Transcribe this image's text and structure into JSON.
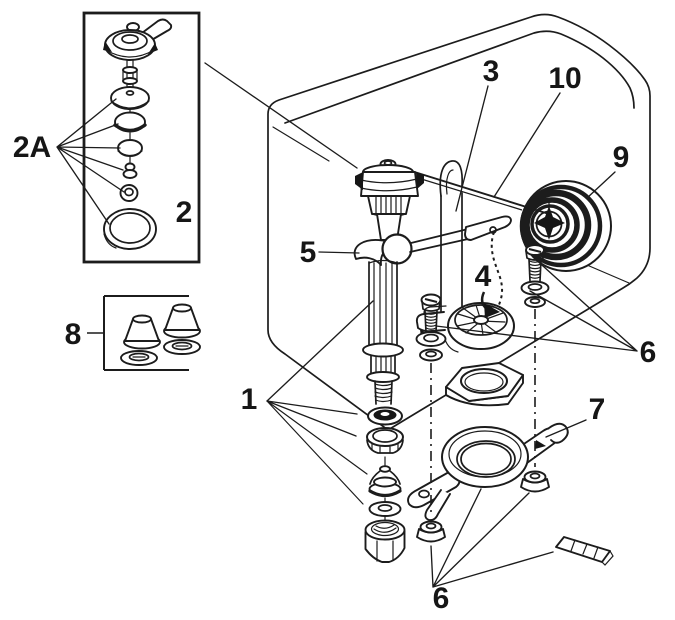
{
  "diagram": {
    "background": "#ffffff",
    "line_color": "#1c1c1c",
    "label_color": "#161616",
    "labels": {
      "p1": "1",
      "p2": "2",
      "p2a": "2A",
      "p3": "3",
      "p4": "4",
      "p5": "5",
      "p6_right": "6",
      "p6_bottom": "6",
      "p7": "7",
      "p8": "8",
      "p9": "9",
      "p10": "10"
    }
  }
}
